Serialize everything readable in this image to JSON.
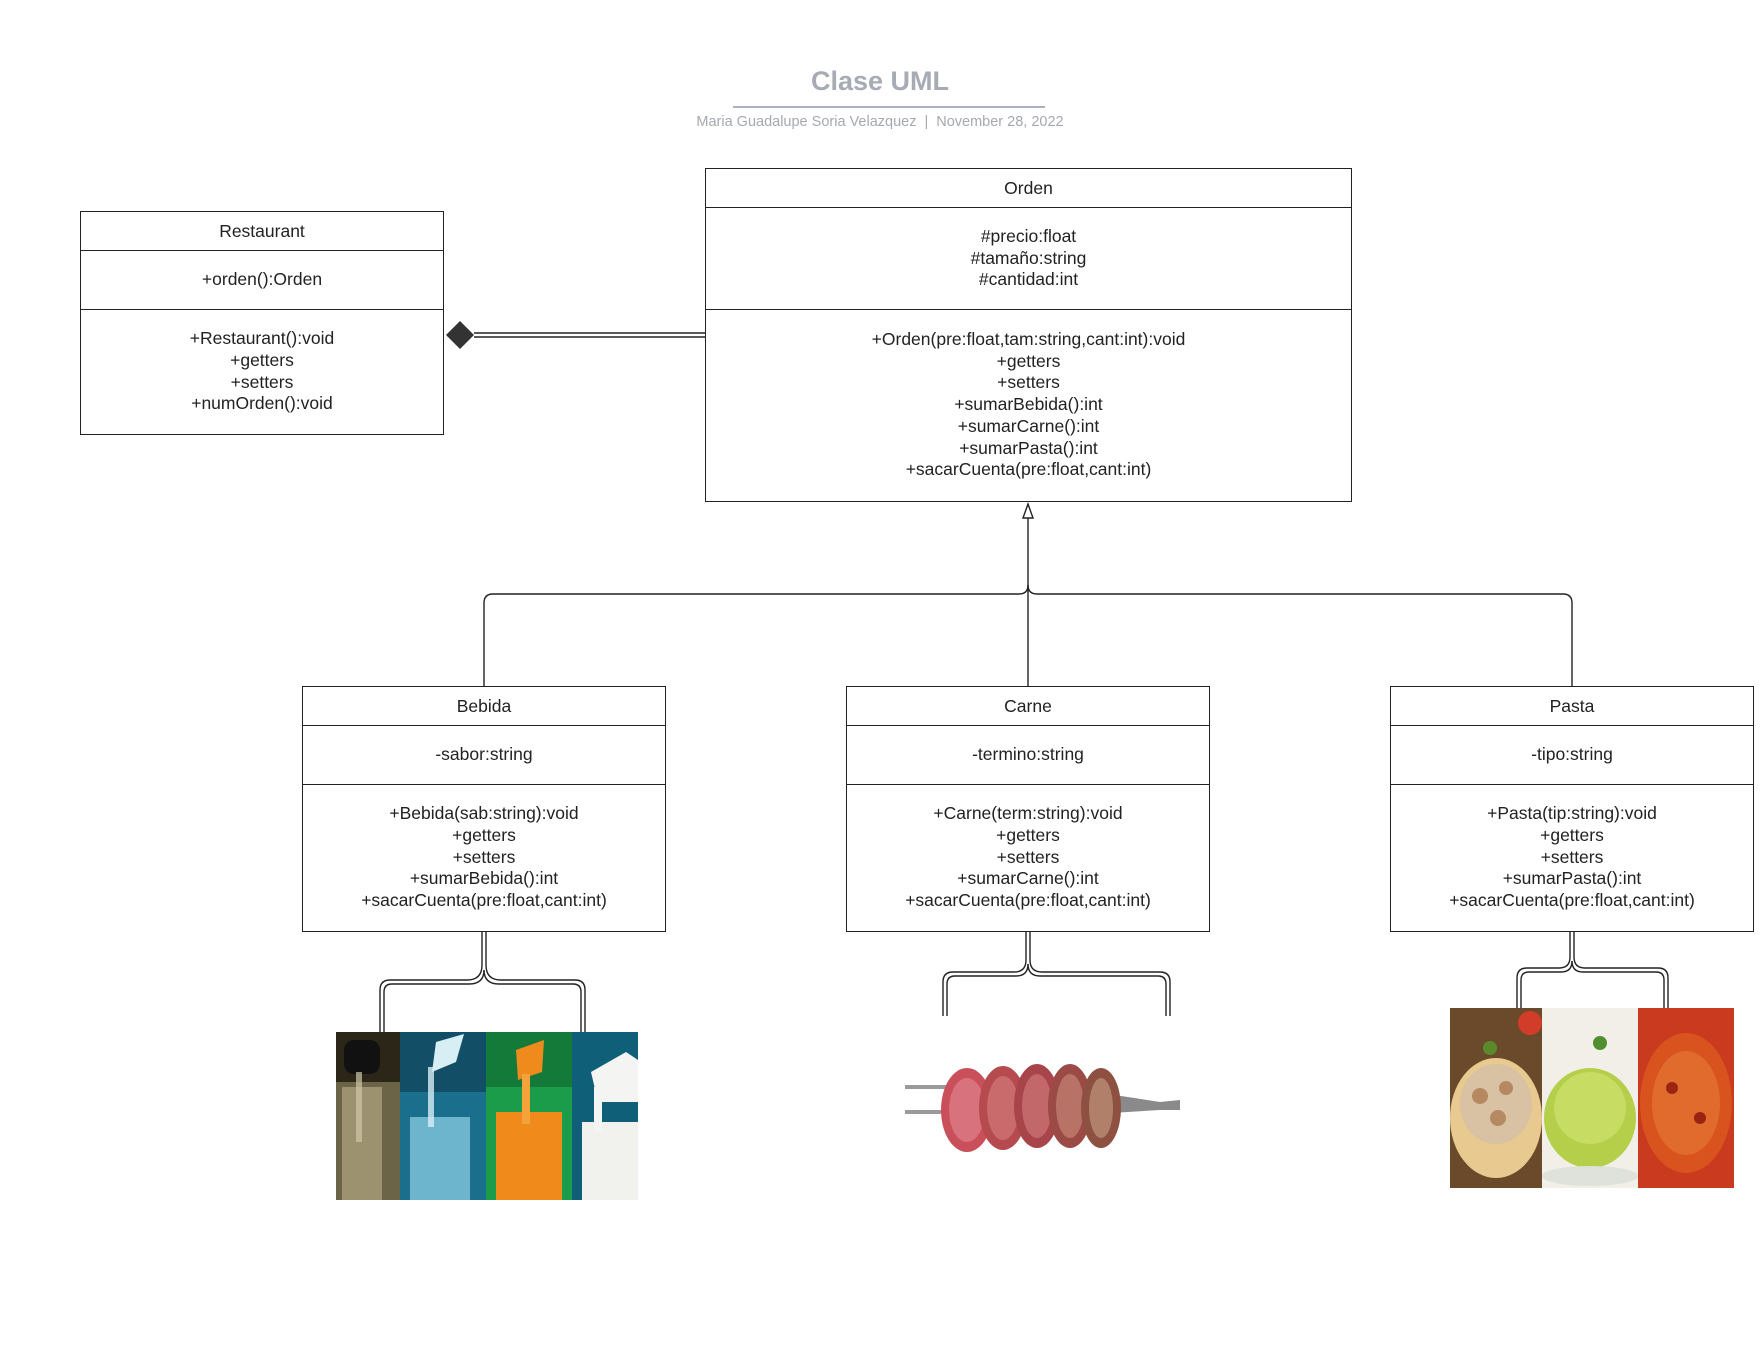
{
  "header": {
    "title": "Clase UML",
    "author": "Maria Guadalupe Soria Velazquez",
    "separator": "|",
    "date": "November 28, 2022"
  },
  "classes": {
    "restaurant": {
      "name": "Restaurant",
      "attributes": [
        "+orden():Orden"
      ],
      "operations": [
        "+Restaurant():void",
        "+getters",
        "+setters",
        "+numOrden():void"
      ]
    },
    "orden": {
      "name": "Orden",
      "attributes": [
        "#precio:float",
        "#tamaño:string",
        "#cantidad:int"
      ],
      "operations": [
        "+Orden(pre:float,tam:string,cant:int):void",
        "+getters",
        "+setters",
        "+sumarBebida():int",
        "+sumarCarne():int",
        "+sumarPasta():int",
        "+sacarCuenta(pre:float,cant:int)"
      ]
    },
    "bebida": {
      "name": "Bebida",
      "attributes": [
        "-sabor:string"
      ],
      "operations": [
        "+Bebida(sab:string):void",
        "+getters",
        "+setters",
        "+sumarBebida():int",
        "+sacarCuenta(pre:float,cant:int)"
      ]
    },
    "carne": {
      "name": "Carne",
      "attributes": [
        "-termino:string"
      ],
      "operations": [
        "+Carne(term:string):void",
        "+getters",
        "+setters",
        "+sumarCarne():int",
        "+sacarCuenta(pre:float,cant:int)"
      ]
    },
    "pasta": {
      "name": "Pasta",
      "attributes": [
        "-tipo:string"
      ],
      "operations": [
        "+Pasta(tip:string):void",
        "+getters",
        "+setters",
        "+sumarPasta():int",
        "+sacarCuenta(pre:float,cant:int)"
      ]
    }
  },
  "relationships": {
    "composition": {
      "whole": "Restaurant",
      "part": "Orden"
    },
    "inheritance": {
      "parent": "Orden",
      "children": [
        "Bebida",
        "Carne",
        "Pasta"
      ]
    }
  },
  "images": {
    "drinks": "drinks-photo",
    "meat": "steak-skewer-photo",
    "pasta": "pasta-dishes-photo"
  },
  "colors": {
    "title": "#a7abb4",
    "title_rule": "#a9afc5",
    "subtitle": "#a5a9b0",
    "line": "#222222",
    "diamond": "#333333"
  }
}
